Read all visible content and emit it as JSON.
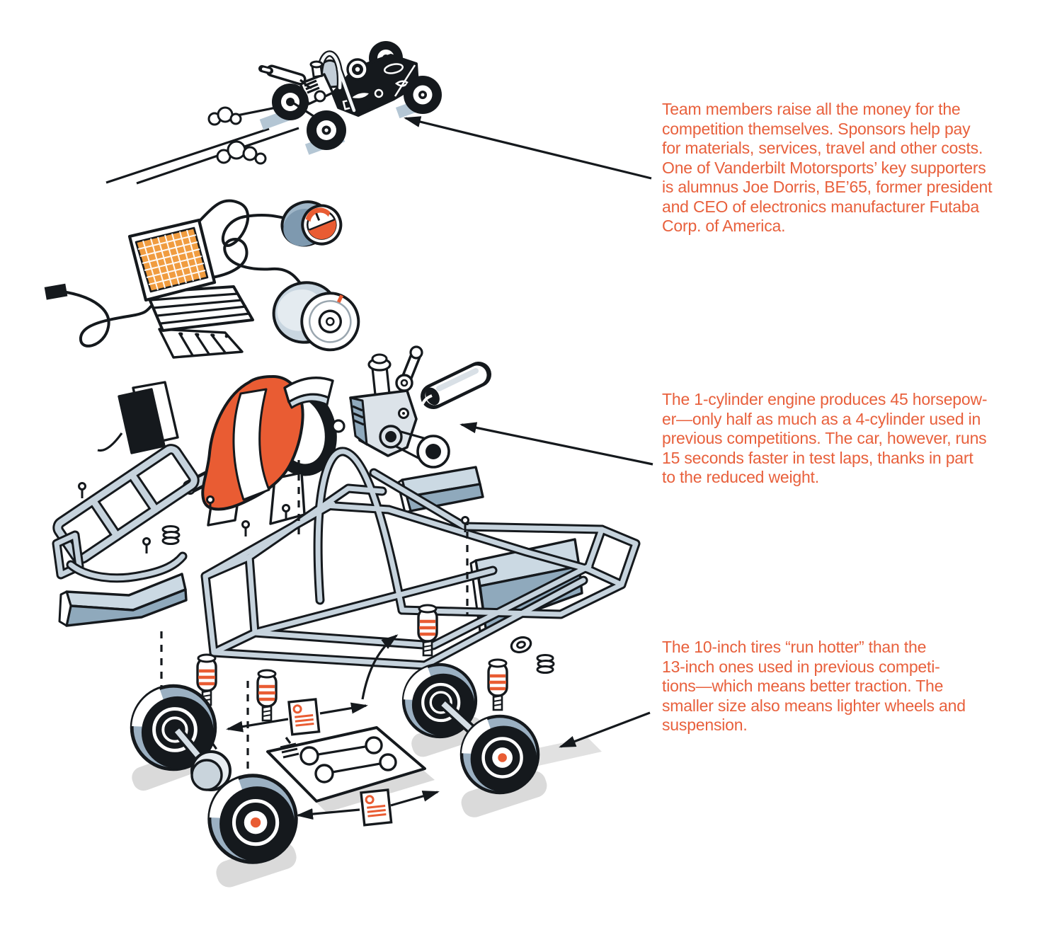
{
  "annotations": {
    "funding": {
      "text": "Team members raise all the money for the\ncompetition themselves. Sponsors help pay\nfor materials, services, travel and other costs.\nOne of Vanderbilt Motorsports’ key supporters\nis alumnus Joe Dorris, BE’65, former president\nand CEO of electronics manufacturer Futaba\nCorp. of America."
    },
    "engine": {
      "text": "The 1-cylinder engine produces 45 horsepow-\ner—only half as much as a 4-cylinder used in\nprevious competitions. The car, however, runs\n15 seconds faster in test laps, thanks in part\nto the reduced weight."
    },
    "tires": {
      "text": "The 10-inch tires “run hotter” than the\n13-inch ones used in previous competi-\ntions—which means better traction. The\nsmaller size also means lighter wheels and\nsuspension."
    }
  },
  "colors": {
    "annotation_text": "#E8603C",
    "accent_orange": "#E95C33",
    "screen_orange": "#F09C40",
    "panel_light": "#CBD9E3",
    "panel_mid": "#8FA9BC",
    "tube_gray": "#C6D3DD",
    "outline_black": "#15191D",
    "shadow_gray": "#DADADA",
    "car_shadow_blue": "#B4C6D4"
  },
  "icons": {
    "annotation_arrow": "thin-line-arrow-icon",
    "spec_card": "spec-card-icon",
    "dimension_arrow": "dimension-arrow-icon",
    "assembled_car": "race-car-icon",
    "laptop": "telemetry-laptop-icon",
    "gauge": "gauge-icon",
    "wheel": "wheel-icon",
    "engine": "engine-icon",
    "seat": "racing-seat-icon",
    "chassis": "tube-frame-icon"
  }
}
